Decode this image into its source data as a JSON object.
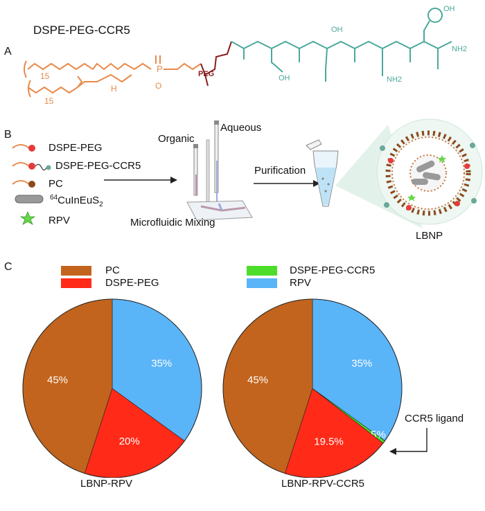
{
  "panel_a": {
    "letter": "A",
    "title": "DSPE-PEG-CCR5",
    "subscript_15_top": "15",
    "subscript_15_bottom": "15",
    "label_h": "H",
    "label_p": "P",
    "label_o_minus": "O",
    "label_peg": "PEG",
    "label_oh_top": "OH",
    "label_nh2_right": "NH2",
    "label_nh2_lower": "NH2",
    "label_oh_lower1": "OH",
    "label_oh_lower2": "OH",
    "colors": {
      "lipid": "#e8894a",
      "peg": "#8b1c1c",
      "peptide": "#4aa89a"
    }
  },
  "panel_b": {
    "letter": "B",
    "legend": [
      {
        "label": "DSPE-PEG",
        "icon": "red-bead-lipid-icon"
      },
      {
        "label": "DSPE-PEG-CCR5",
        "icon": "red-bead-ligand-lipid-icon"
      },
      {
        "label": "PC",
        "icon": "brown-bead-lipid-icon"
      },
      {
        "label_sup": "64",
        "label_main": "CuInEuS",
        "label_sub": "2",
        "icon": "nanorod-icon"
      },
      {
        "label": "RPV",
        "icon": "star-icon"
      }
    ],
    "organic_label": "Organic",
    "aqueous_label": "Aqueous",
    "mixing_label": "Microfluidic Mixing",
    "purification_label": "Purification",
    "lbnp_label": "LBNP"
  },
  "panel_c": {
    "letter": "C",
    "legend": [
      {
        "label": "PC",
        "color": "#c2641d"
      },
      {
        "label": "DSPE-PEG",
        "color": "#ff2a17"
      },
      {
        "label": "DSPE-PEG-CCR5",
        "color": "#4ddc2a"
      },
      {
        "label": "RPV",
        "color": "#5ab4f8"
      }
    ],
    "ccr5_annotation": "CCR5 ligand"
  },
  "chart_data": [
    {
      "type": "pie",
      "title": "LBNP-RPV",
      "categories": [
        "RPV",
        "DSPE-PEG",
        "PC"
      ],
      "values": [
        35,
        20,
        45
      ],
      "labels": [
        "35%",
        "20%",
        "45%"
      ],
      "colors": [
        "#5ab4f8",
        "#ff2a17",
        "#c2641d"
      ]
    },
    {
      "type": "pie",
      "title": "LBNP-RPV-CCR5",
      "categories": [
        "RPV",
        "DSPE-PEG-CCR5",
        "DSPE-PEG",
        "PC"
      ],
      "values": [
        35,
        0.5,
        19.5,
        45
      ],
      "labels": [
        "35%",
        "0.5%",
        "19.5%",
        "45%"
      ],
      "colors": [
        "#5ab4f8",
        "#4ddc2a",
        "#ff2a17",
        "#c2641d"
      ]
    }
  ]
}
